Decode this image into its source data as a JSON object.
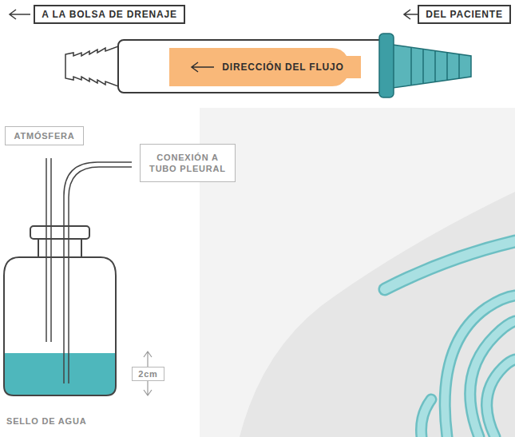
{
  "diagram": {
    "nodes": [
      {
        "text": [
          "A LA BOLSA DE DRENAJE"
        ]
      },
      {
        "text": [
          "DEL PACIENTE"
        ]
      },
      {
        "text": [
          "DIRECCIÓN DEL FLUJO"
        ]
      },
      {
        "text": [
          "ATMÓSFERA"
        ]
      },
      {
        "text": [
          "CONEXIÓN A TUBO PLEURAL"
        ]
      },
      {
        "text": [
          "2cm"
        ]
      }
    ],
    "labels": [
      "SELLO DE AGUA"
    ]
  }
}
